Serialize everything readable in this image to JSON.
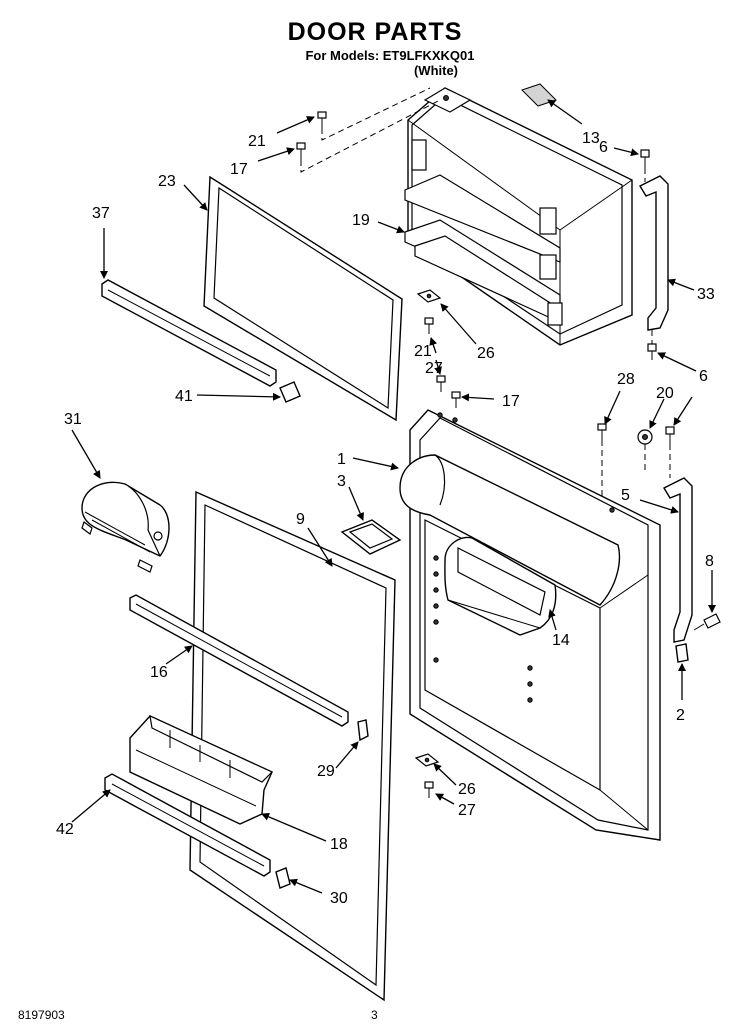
{
  "header": {
    "title": "DOOR PARTS",
    "models": "For Models: ET9LFKXKQ01",
    "finish": "(White)"
  },
  "footer": {
    "doc_number": "8197903",
    "page_number": "3"
  },
  "callouts": {
    "c1": "1",
    "c2": "2",
    "c3": "3",
    "c5": "5",
    "c6a": "6",
    "c6b": "6",
    "c8": "8",
    "c9": "9",
    "c13": "13",
    "c14": "14",
    "c16": "16",
    "c17a": "17",
    "c17b": "17",
    "c18": "18",
    "c19": "19",
    "c20": "20",
    "c21a": "21",
    "c21b": "21",
    "c23": "23",
    "c26a": "26",
    "c26b": "26",
    "c27a": "27",
    "c27b": "27",
    "c28": "28",
    "c29": "29",
    "c30": "30",
    "c31": "31",
    "c33": "33",
    "c37": "37",
    "c41": "41",
    "c42": "42"
  }
}
